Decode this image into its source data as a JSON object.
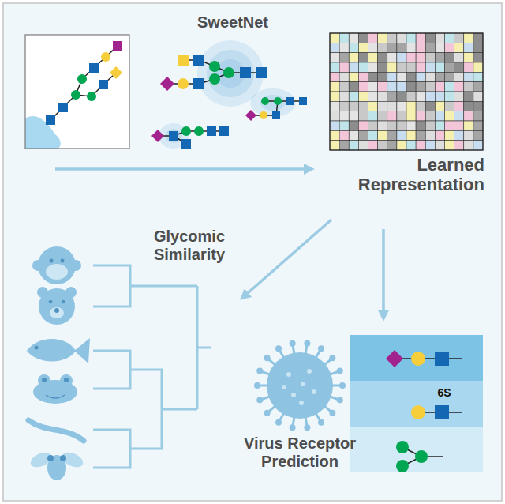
{
  "diagram": {
    "labels": [
      "SweetNet",
      "Learned Representation",
      "Glycomic Similarity",
      "Virus Receptor Prediction",
      "6S"
    ]
  }
}
